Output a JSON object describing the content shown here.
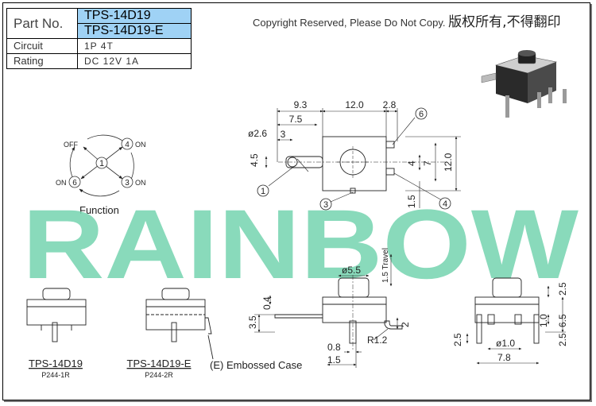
{
  "spec_table": {
    "part_no_label": "Part No.",
    "models": [
      "TPS-14D19",
      "TPS-14D19-E"
    ],
    "rows": [
      {
        "label": "Circuit",
        "value": "1P 4T"
      },
      {
        "label": "Rating",
        "value": "DC 12V 1A"
      }
    ]
  },
  "copyright": {
    "text": "Copyright Reserved, Please Do Not Copy.",
    "cn": "版权所有,不得翻印"
  },
  "watermark": "RAINBOW",
  "colors": {
    "watermark": "#79d5b2",
    "model_cell": "#9fd2f5",
    "line": "#222222"
  },
  "function_diagram": {
    "title": "Function",
    "center": "1",
    "positions": [
      {
        "num": "",
        "label": "OFF"
      },
      {
        "num": "4",
        "label": "ON"
      },
      {
        "num": "6",
        "label": "ON"
      },
      {
        "num": "3",
        "label": "ON"
      }
    ]
  },
  "top_view": {
    "dims_top": [
      "9.3",
      "12.0",
      "2.8"
    ],
    "dim_7_5": "7.5",
    "dim_3": "3",
    "dim_hole": "ø2.6",
    "dim_4_5": "4.5",
    "dims_right": [
      "4",
      "7",
      "12.0"
    ],
    "dim_1_5": "1.5",
    "callouts": [
      "1",
      "3",
      "4",
      "6"
    ]
  },
  "side_view": {
    "travel": "1.5 Travel",
    "dia": "ø5.5",
    "dims_left": [
      "0.4",
      "3.5"
    ],
    "dims_bottom": [
      "0.8",
      "1.5"
    ],
    "dim_r": "R1.2",
    "dim_2": "2"
  },
  "end_view": {
    "dims_right": [
      "2.5",
      "1.0",
      "6.5",
      "2.5"
    ],
    "dim_left": "2.5",
    "dims_bottom": [
      "ø1.0",
      "7.8"
    ]
  },
  "products": [
    {
      "name": "TPS-14D19",
      "code": "P244-1R"
    },
    {
      "name": "TPS-14D19-E",
      "code": "P244-2R"
    }
  ],
  "embossed_note": "(E) Embossed Case"
}
